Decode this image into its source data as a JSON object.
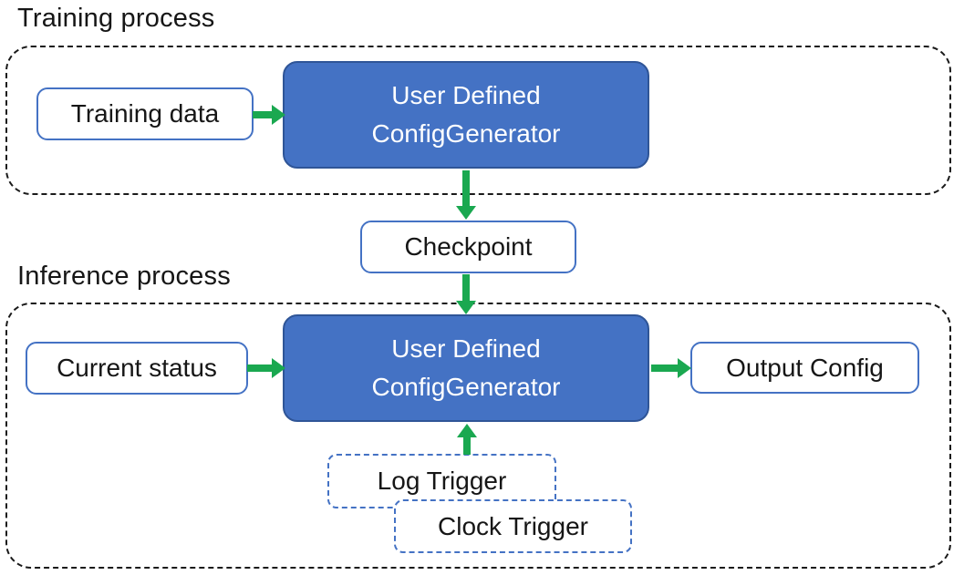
{
  "diagram": {
    "training": {
      "title": "Training process",
      "input_label": "Training data",
      "generator_line1": "User Defined",
      "generator_line2": "ConfigGenerator"
    },
    "checkpoint_label": "Checkpoint",
    "inference": {
      "title": "Inference process",
      "input_label": "Current status",
      "generator_line1": "User Defined",
      "generator_line2": "ConfigGenerator",
      "output_label": "Output Config",
      "log_trigger_label": "Log Trigger",
      "clock_trigger_label": "Clock Trigger"
    },
    "colors": {
      "generator_fill": "#4472C4",
      "generator_border": "#2F5597",
      "box_border": "#4472C4",
      "container_border": "#1A1A1A",
      "arrow_green": "#1AA850",
      "text_dark": "#161616",
      "text_light": "#FFFFFF"
    }
  }
}
